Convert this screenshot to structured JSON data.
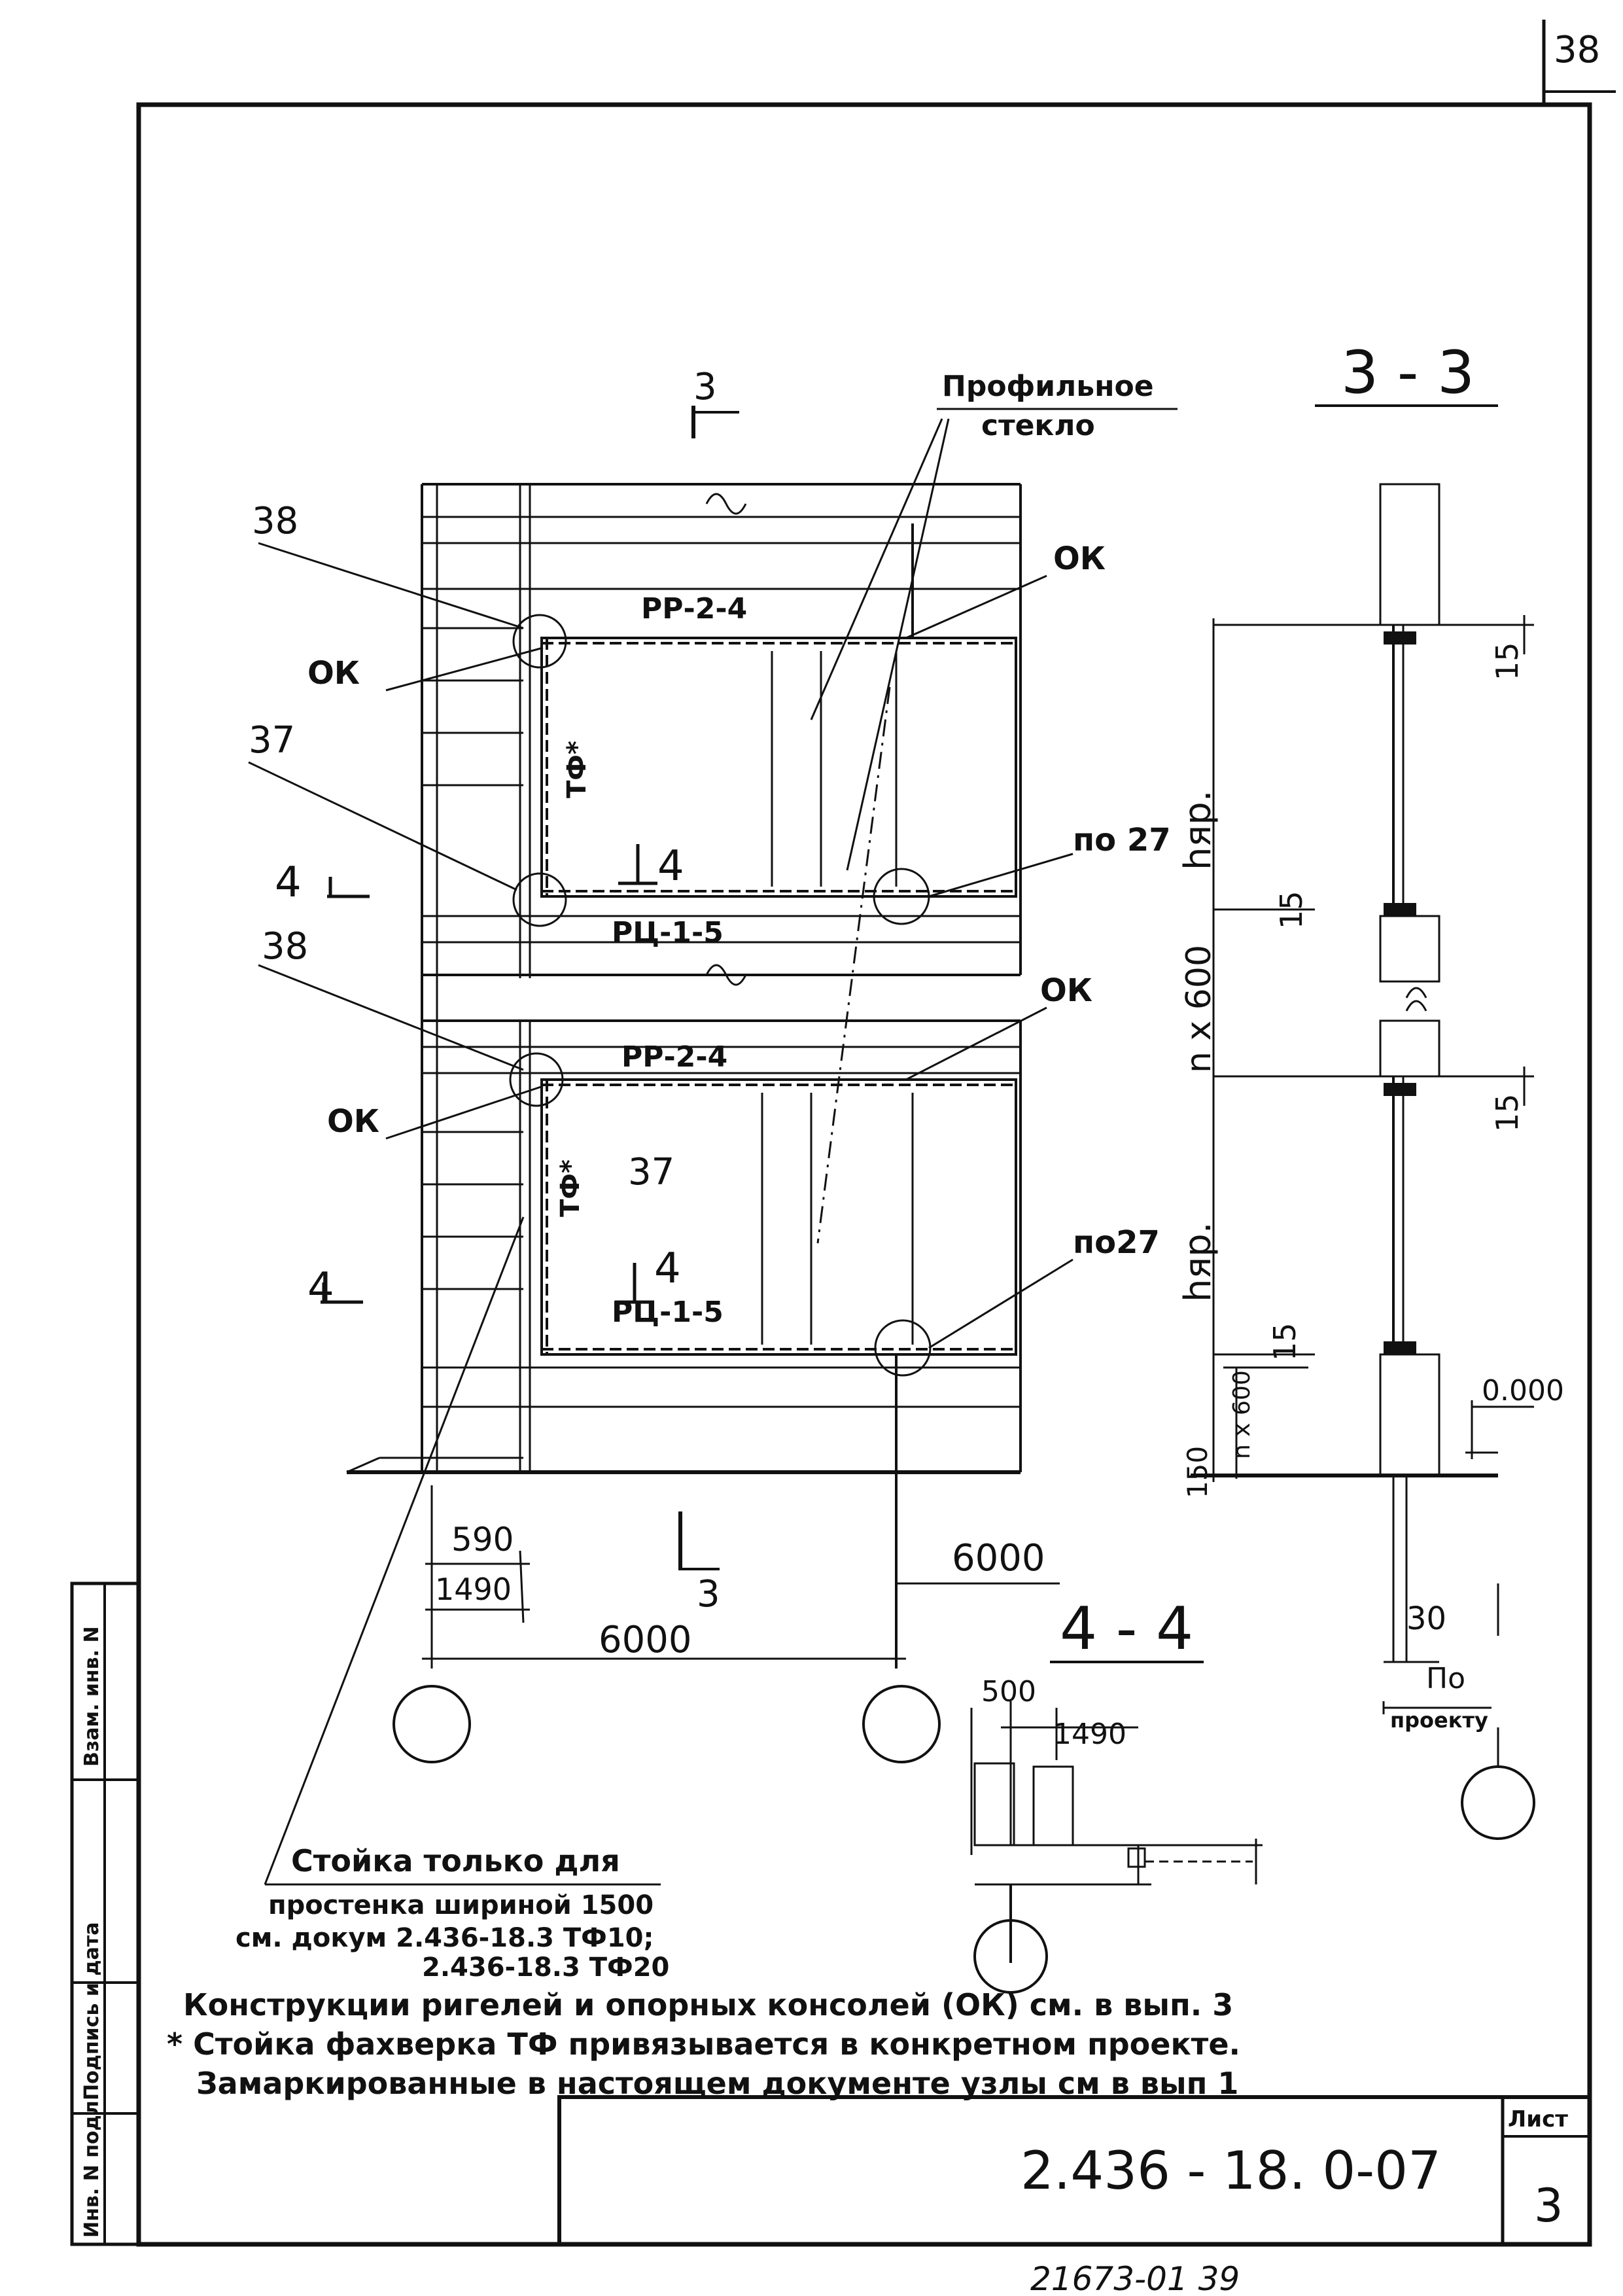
{
  "sheet": {
    "corner_number": "38",
    "doc_code": "2.436 - 18. 0-07",
    "sheet_label": "Лист",
    "sheet_number": "3",
    "bottom_code": "21673-01 39"
  },
  "side_stamp": {
    "inv_podl": "Инв. N подл.",
    "podpis_data": "Подпись и дата",
    "vzam_inv": "Взам. инв. N"
  },
  "elevation": {
    "section_mark_top": "3",
    "section_mark_bottom": "3",
    "profile_glass_line1": "Профильное",
    "profile_glass_line2": "стекло",
    "node_38_upper": "38",
    "node_37_upper": "37",
    "node_38_lower": "38",
    "node_37_lower": "37",
    "ok_1": "ОК",
    "ok_2": "ОК",
    "ok_3": "ОК",
    "ok_4": "ОК",
    "po27_upper": "по 27",
    "po27_lower": "по27",
    "beam_upper_top": "РР-2-4",
    "beam_upper_bottom": "РЦ-1-5",
    "beam_lower_top": "РР-2-4",
    "beam_lower_bottom": "РЦ-1-5",
    "post_mark": "ТФ*",
    "cut4_upper": "4",
    "cut4_lower": "4",
    "cut4_left_upper": "4",
    "cut4_left_lower": "4",
    "dim_590": "590",
    "dim_1490": "1490",
    "dim_6000_a": "6000",
    "dim_6000_b": "6000"
  },
  "section33": {
    "title": "3 - 3",
    "dim_15_a": "15",
    "dim_15_b": "15",
    "dim_15_c": "15",
    "dim_15_d": "15",
    "h_upper": "hяр.",
    "h_lower": "hяр.",
    "nx600": "n x 600",
    "nx600_small": "n x 600",
    "dim_150": "150",
    "level": "0.000",
    "dim_30": "30",
    "po_proektu_1": "По",
    "po_proektu_2": "проекту"
  },
  "section44": {
    "title": "4 - 4",
    "dim_500": "500",
    "dim_1490": "1490"
  },
  "post_note": {
    "line1": "Стойка только для",
    "line2": "простенка шириной 1500",
    "line3": "см. докум 2.436-18.3 ТФ10;",
    "line4": "2.436-18.3 ТФ20"
  },
  "notes": {
    "line1": "Конструкции ригелей и опорных консолей (ОК) см. в вып. 3",
    "line2": "* Стойка фахверка ТФ привязывается в конкретном проекте.",
    "line3": "Замаркированные в настоящем документе узлы см в вып 1"
  }
}
